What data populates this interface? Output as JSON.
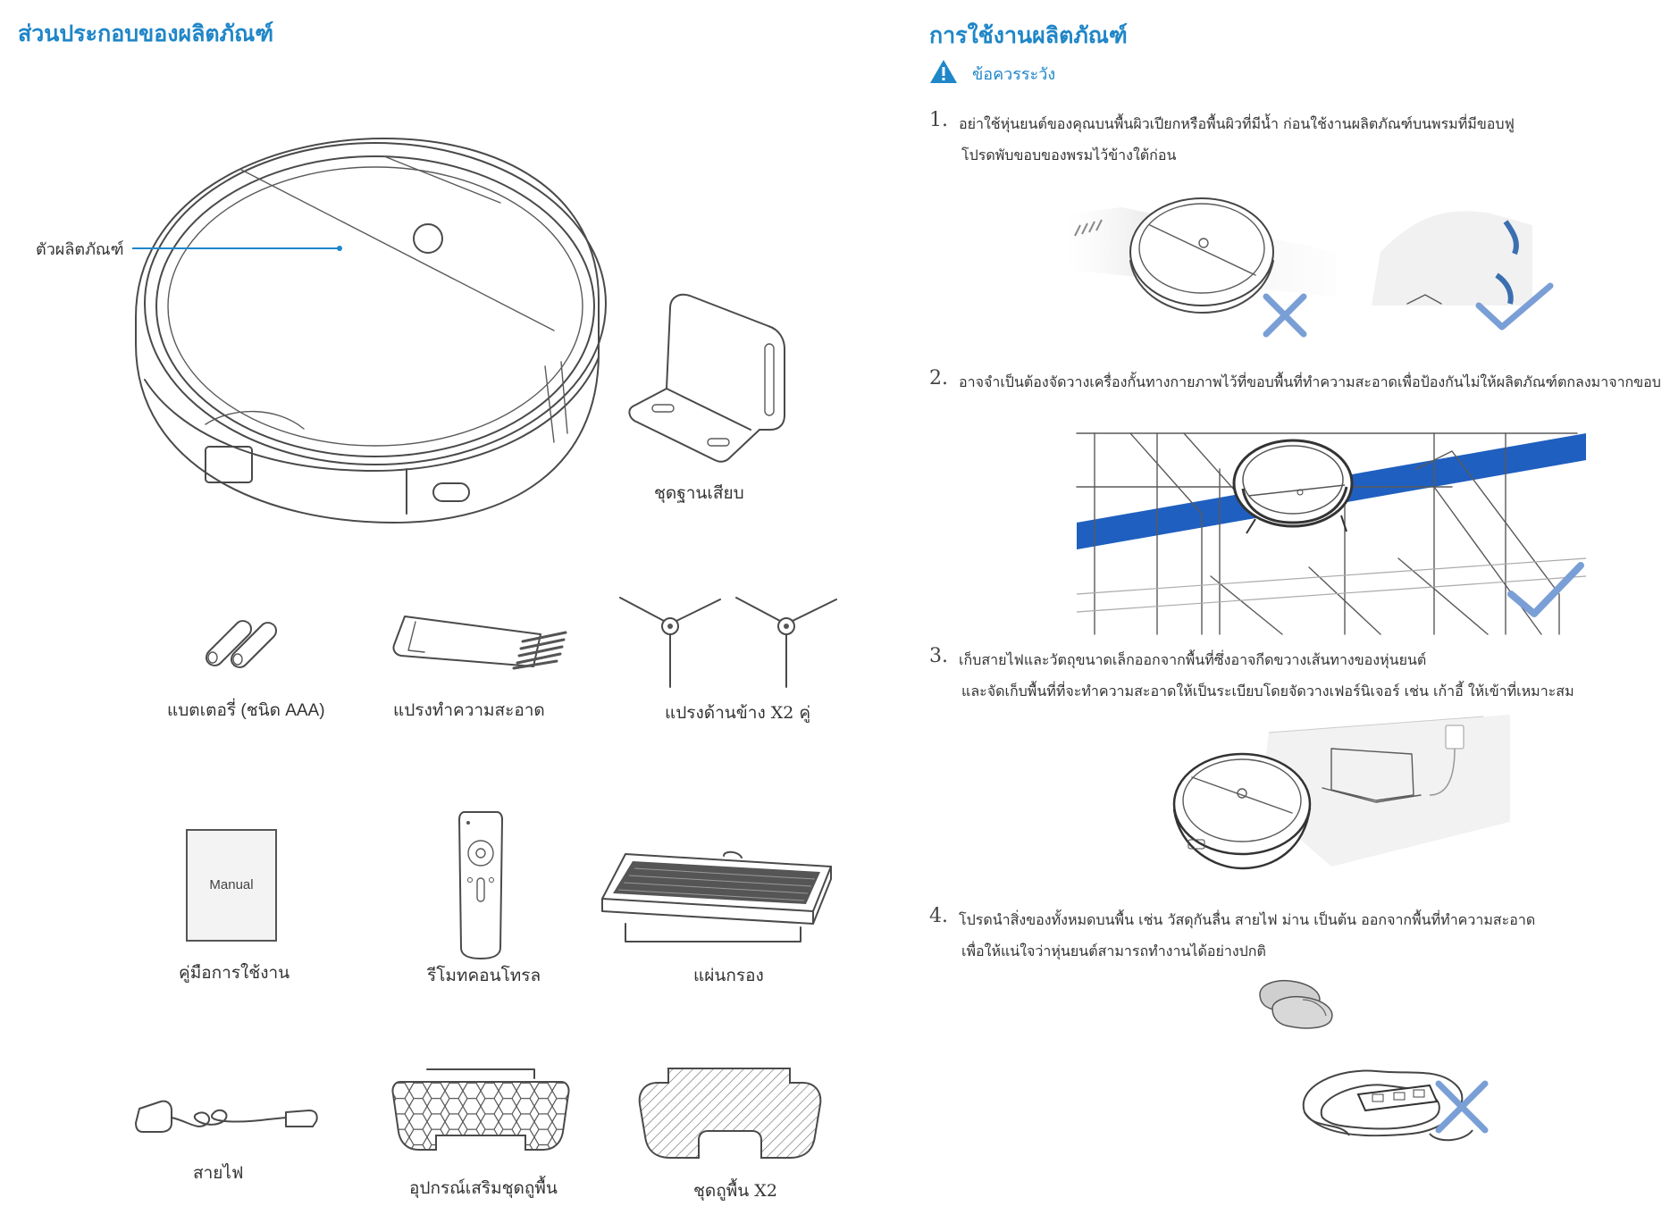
{
  "left": {
    "title": "ส่วนประกอบของผลิตภัณฑ์",
    "callout": "ตัวผลิตภัณฑ์",
    "items": {
      "dock": "ชุดฐานเสียบ",
      "battery": "แบตเตอรี่ (ชนิด AAA)",
      "cleaning_brush": "แปรงทำความสะอาด",
      "side_brush": "แปรงด้านข้าง X2 คู่",
      "manual": "คู่มือการใช้งาน",
      "manual_cover": "Manual",
      "remote": "รีโมทคอนโทรล",
      "filter": "แผ่นกรอง",
      "power_cord": "สายไฟ",
      "mop_accessory": "อุปกรณ์เสริมชุดถูพื้น",
      "mop_pad": "ชุดถูพื้น X2"
    }
  },
  "right": {
    "title": "การใช้งานผลิตภัณฑ์",
    "caution": "ข้อควรระวัง",
    "steps": [
      {
        "num": "1.",
        "line1": "อย่าใช้หุ่นยนต์ของคุณบนพื้นผิวเปียกหรือพื้นผิวที่มีน้ำ ก่อนใช้งานผลิตภัณฑ์บนพรมที่มีขอบฟู",
        "line2": "โปรดพับขอบของพรมไว้ข้างใต้ก่อน"
      },
      {
        "num": "2.",
        "line1": "อาจจำเป็นต้องจัดวางเครื่องกั้นทางกายภาพไว้ที่ขอบพื้นที่ทำความสะอาดเพื่อป้องกันไม่ให้ผลิตภัณฑ์ตกลงมาจากขอบ",
        "line2": ""
      },
      {
        "num": "3.",
        "line1": "เก็บสายไฟและวัตถุขนาดเล็กออกจากพื้นที่ซึ่งอาจกีดขวางเส้นทางของหุ่นยนต์",
        "line2": "และจัดเก็บพื้นที่ที่จะทำความสะอาดให้เป็นระเบียบโดยจัดวางเฟอร์นิเจอร์ เช่น เก้าอี้ ให้เข้าที่เหมาะสม"
      },
      {
        "num": "4.",
        "line1": "โปรดนำสิ่งของทั้งหมดบนพื้น เช่น วัสดุกันลื่น สายไฟ ม่าน เป็นต้น ออกจากพื้นที่ทำความสะอาด",
        "line2": "เพื่อให้แน่ใจว่าหุ่นยนต์สามารถทำงานได้อย่างปกติ"
      }
    ]
  },
  "colors": {
    "accent": "#1f86c8",
    "check": "#7a9fd6",
    "stair_blue": "#1f5fbf"
  },
  "icons": [
    "warning-icon",
    "cross-mark-icon",
    "check-mark-icon"
  ]
}
